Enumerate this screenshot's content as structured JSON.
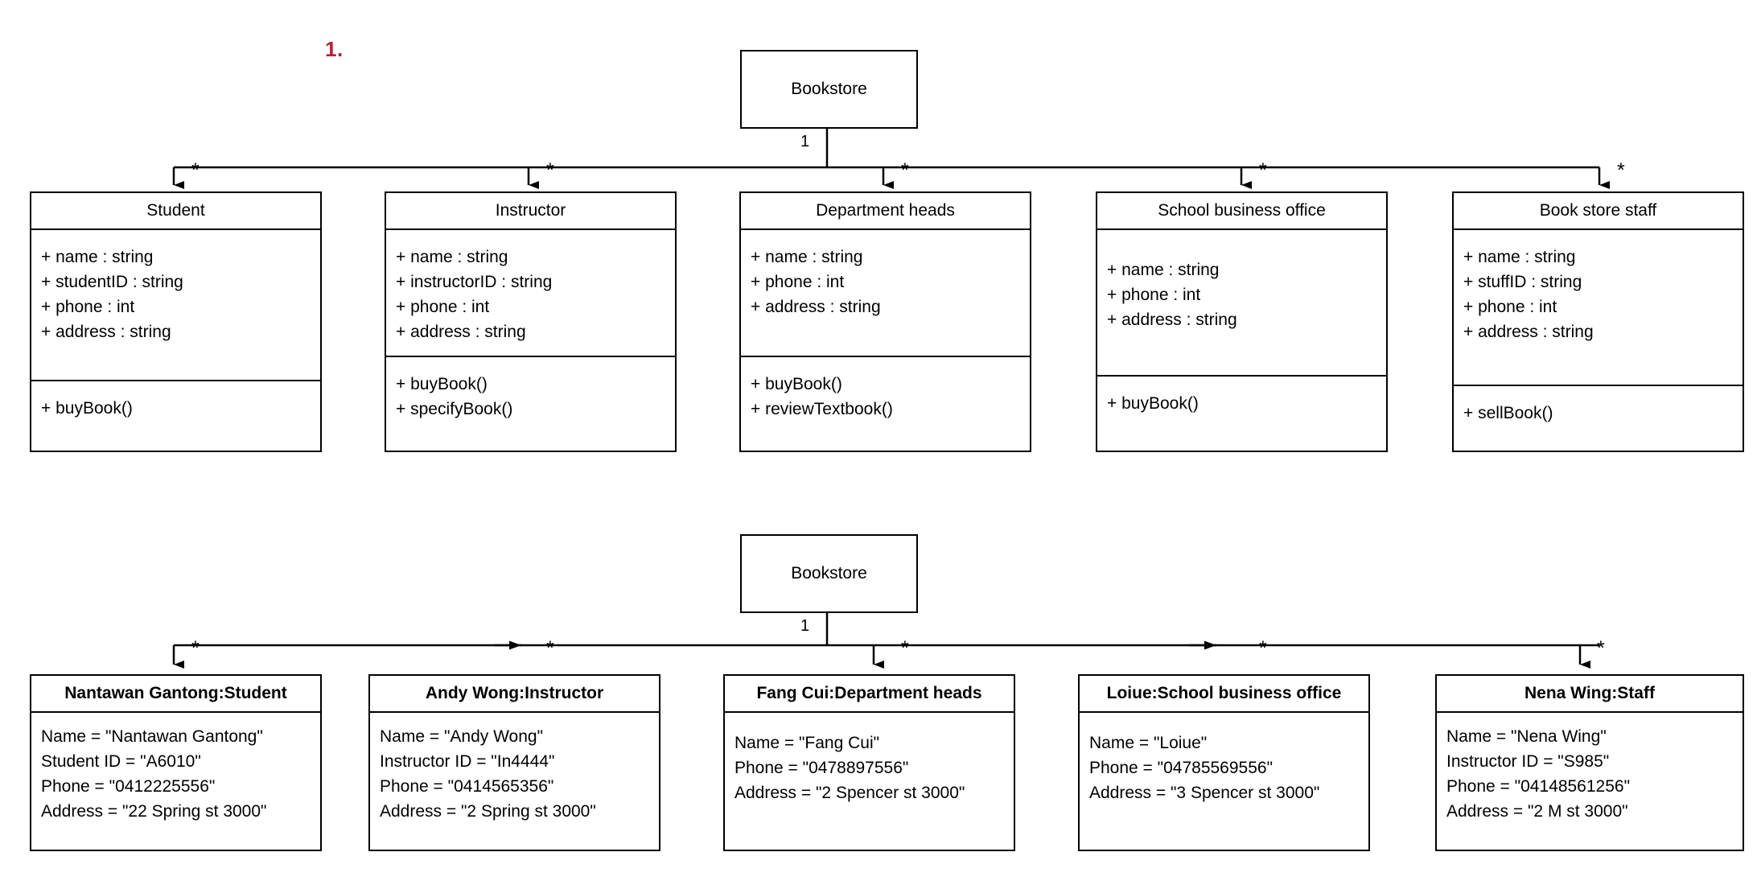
{
  "page": {
    "section_number": "1."
  },
  "class_diagram": {
    "root": {
      "name": "Bookstore",
      "multiplicity": "1"
    },
    "child_multiplicity": "*",
    "classes": [
      {
        "name": "Student",
        "attributes": [
          "+ name : string",
          "+ studentID : string",
          "+ phone : int",
          "+ address : string"
        ],
        "operations": [
          "+ buyBook()"
        ]
      },
      {
        "name": "Instructor",
        "attributes": [
          "+ name : string",
          "+ instructorID : string",
          "+ phone : int",
          "+ address : string"
        ],
        "operations": [
          "+ buyBook()",
          "+ specifyBook()"
        ]
      },
      {
        "name": "Department heads",
        "attributes": [
          "+ name : string",
          "+ phone : int",
          "+ address : string"
        ],
        "operations": [
          "+ buyBook()",
          "+ reviewTextbook()"
        ]
      },
      {
        "name": "School business office",
        "attributes": [
          "+ name : string",
          "+ phone : int",
          "+ address : string"
        ],
        "operations": [
          "+ buyBook()"
        ]
      },
      {
        "name": "Book store staff",
        "attributes": [
          "+ name : string",
          "+ stuffID : string",
          "+ phone : int",
          "+ address : string"
        ],
        "operations": [
          "+ sellBook()"
        ]
      }
    ]
  },
  "object_diagram": {
    "root": {
      "name": "Bookstore",
      "multiplicity": "1"
    },
    "child_multiplicity": "*",
    "objects": [
      {
        "name": "Nantawan Gantong:Student",
        "slots": [
          "Name = \"Nantawan Gantong\"",
          "Student ID = \"A6010\"",
          "Phone = \"0412225556\"",
          "Address = \"22 Spring st 3000\""
        ]
      },
      {
        "name": "Andy Wong:Instructor",
        "slots": [
          "Name = \"Andy Wong\"",
          "Instructor ID = \"In4444\"",
          "Phone = \"0414565356\"",
          "Address = \"2 Spring st 3000\""
        ]
      },
      {
        "name": "Fang Cui:Department heads",
        "slots": [
          "Name = \"Fang Cui\"",
          "Phone = \"0478897556\"",
          "Address = \"2 Spencer st 3000\""
        ]
      },
      {
        "name": "Loiue:School business office",
        "slots": [
          "Name = \"Loiue\"",
          "Phone = \"04785569556\"",
          "Address = \"3 Spencer st 3000\""
        ]
      },
      {
        "name": "Nena Wing:Staff",
        "slots": [
          "Name = \"Nena Wing\"",
          "Instructor ID = \"S985\"",
          "Phone = \"04148561256\"",
          "Address = \"2 M st 3000\""
        ]
      }
    ]
  },
  "colors": {
    "stroke": "#000000",
    "background": "#ffffff",
    "section_number": "#b32135"
  }
}
